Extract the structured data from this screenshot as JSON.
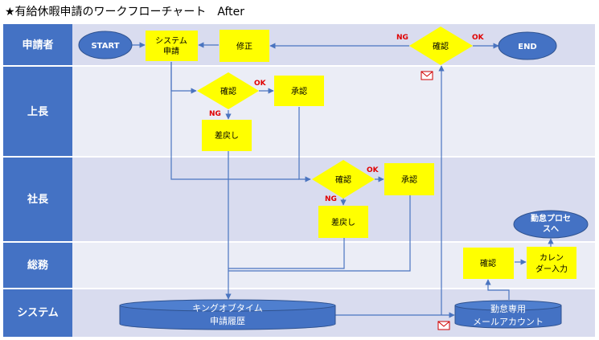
{
  "title": "★有給休暇申請のワークフローチャート　After",
  "lanes": [
    "申請者",
    "上長",
    "社長",
    "総務",
    "システム"
  ],
  "nodes": {
    "start": "START",
    "system_apply": [
      "システム",
      "申請"
    ],
    "fix": "修正",
    "final_check": "確認",
    "end": "END",
    "boss_check": "確認",
    "boss_approve": "承認",
    "boss_reject": "差戻し",
    "president_check": "確認",
    "president_approve": "承認",
    "president_reject": "差戻し",
    "ga_check": "確認",
    "calendar_input": [
      "カレン",
      "ダー入力"
    ],
    "attendance_process": [
      "勤怠プロセ",
      "スへ"
    ],
    "king_of_time": [
      "キングオブタイム",
      "申請履歴"
    ],
    "attendance_mail": [
      "勤怠専用",
      "メールアカウント"
    ]
  },
  "labels": {
    "ok": "OK",
    "ng": "NG"
  },
  "colors": {
    "lane_header": "#4472c4",
    "lane_bg_a": "#d9dcef",
    "lane_bg_b": "#ebedf6",
    "box_yellow": "#ffff00",
    "oval_blue": "#4472c4",
    "line": "#4a74c0",
    "ng_ok": "#e00000"
  },
  "icons": [
    "envelope-icon"
  ]
}
